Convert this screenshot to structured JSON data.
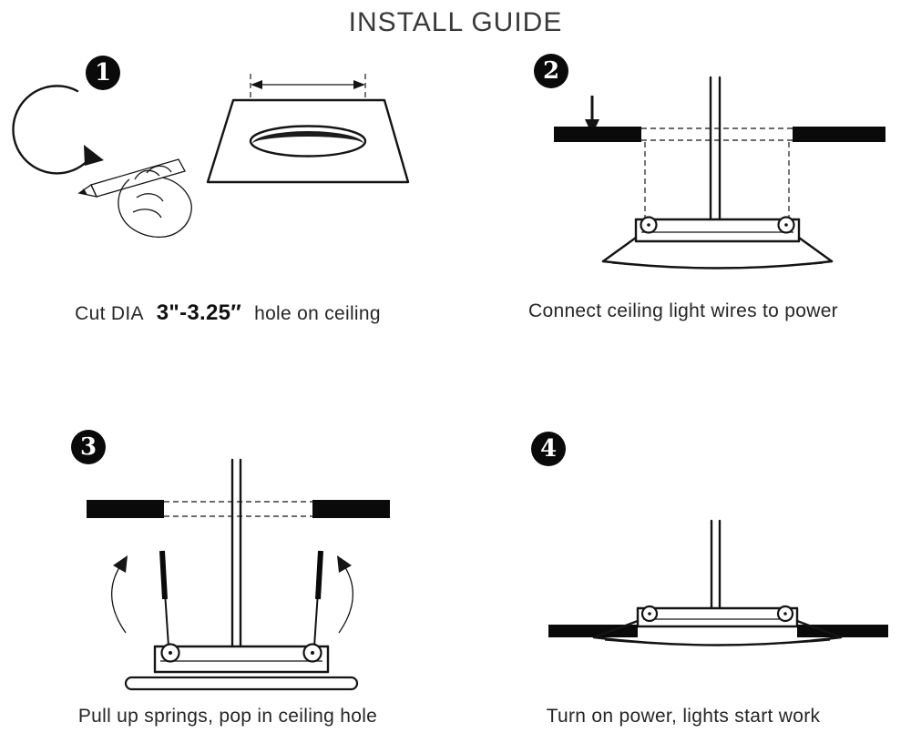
{
  "title": "INSTALL GUIDE",
  "steps": [
    {
      "number": "1",
      "caption_prefix": "Cut DIA",
      "caption_dia": "3\"-3.25″",
      "caption_suffix": "hole on ceiling"
    },
    {
      "number": "2",
      "caption": "Connect ceiling light wires to power"
    },
    {
      "number": "3",
      "caption": "Pull up springs, pop in ceiling hole"
    },
    {
      "number": "4",
      "caption": "Turn on power, lights start work"
    }
  ]
}
